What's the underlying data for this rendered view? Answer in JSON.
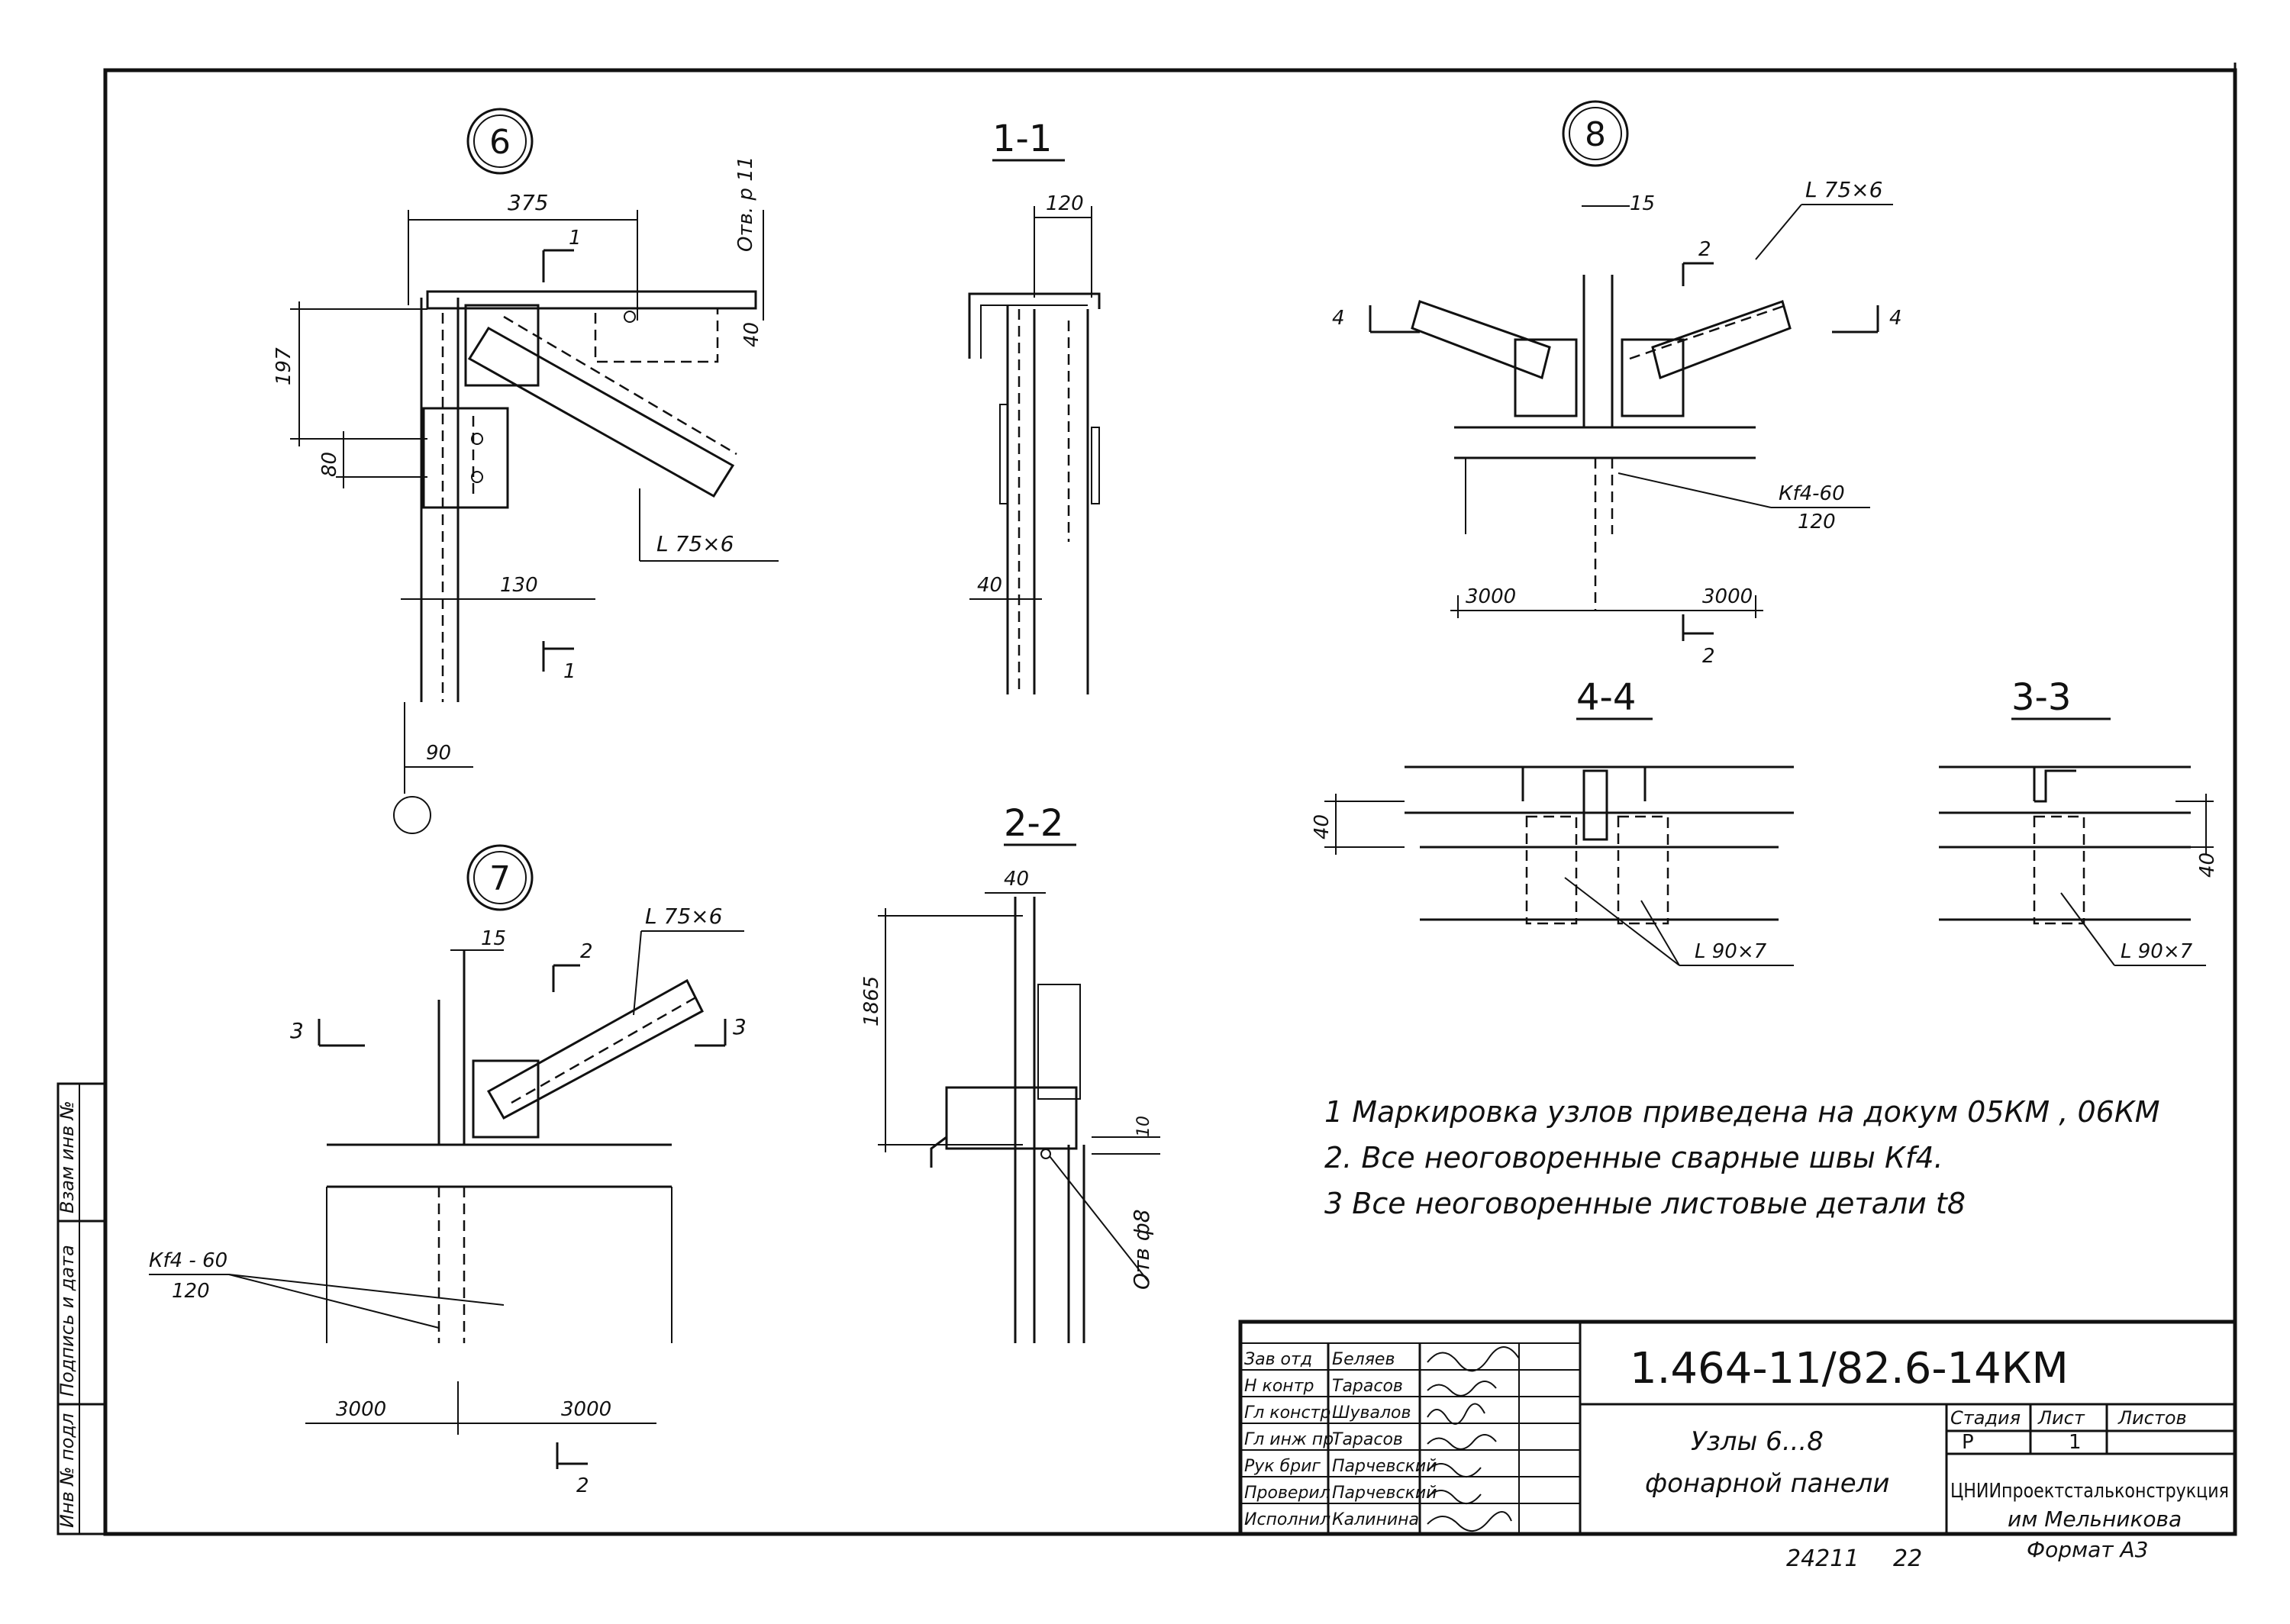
{
  "side_stamp": {
    "cells": [
      "Взам инв №",
      "Подпись и дата",
      "Инв № подл"
    ]
  },
  "nodes": {
    "n6": {
      "mark": "6",
      "dims": {
        "d375": "375",
        "d197": "197",
        "d40": "40",
        "d80": "80",
        "d130": "130",
        "d90": "90"
      },
      "hole_note": "Отв. р 11",
      "angle": "L 75×6",
      "cut_mark": "1"
    },
    "n7": {
      "mark": "7",
      "dims": {
        "d15": "15",
        "d3000_l": "3000",
        "d3000_r": "3000"
      },
      "angle": "L 75×6",
      "weld": "Кf4 - 60",
      "weld_len": "120",
      "cut_marks": {
        "s2": "2",
        "s3": "3"
      }
    },
    "n8": {
      "mark": "8",
      "dims": {
        "d15": "15",
        "d3000_l": "3000",
        "d3000_r": "3000"
      },
      "angle": "L 75×6",
      "weld": "Кf4-60",
      "weld_len": "120",
      "cut_marks": {
        "s2": "2",
        "s4": "4"
      }
    }
  },
  "sections": {
    "s11": {
      "title": "1-1",
      "dims": {
        "d120": "120",
        "d40": "40"
      }
    },
    "s22": {
      "title": "2-2",
      "dims": {
        "d40": "40",
        "d1865": "1865",
        "d10": "10"
      },
      "hole": "Отв ф8"
    },
    "s44": {
      "title": "4-4",
      "dims": {
        "d40": "40"
      },
      "angle": "L 90×7"
    },
    "s33": {
      "title": "3-3",
      "dims": {
        "d40": "40"
      },
      "angle": "L 90×7"
    }
  },
  "notes": [
    "1 Маркировка узлов приведена на докум 05КМ , 06КМ",
    "2. Все неоговоренные сварные швы Кf4.",
    "3 Все неоговоренные листовые детали t8"
  ],
  "title_block": {
    "doc_code": "1.464-11/82.6-14КМ",
    "subject_line1": "Узлы 6...8",
    "subject_line2": "фонарной панели",
    "roles": [
      {
        "role": "Зав отд",
        "name": "Беляев"
      },
      {
        "role": "Н контр",
        "name": "Тарасов"
      },
      {
        "role": "Гл констр",
        "name": "Шувалов"
      },
      {
        "role": "Гл инж пр",
        "name": "Тарасов"
      },
      {
        "role": "Рук бриг",
        "name": "Парчевский"
      },
      {
        "role": "Проверил",
        "name": "Парчевский"
      },
      {
        "role": "Исполнил",
        "name": "Калинина"
      }
    ],
    "stage_header": "Стадия",
    "sheet_header": "Лист",
    "sheets_header": "Листов",
    "stage": "Р",
    "sheet": "1",
    "organization": "ЦНИИпроектстальконструкция",
    "organization2": "им Мельникова",
    "format": "Формат А3"
  },
  "footer_numbers": {
    "inv": "24211",
    "page": "22"
  }
}
